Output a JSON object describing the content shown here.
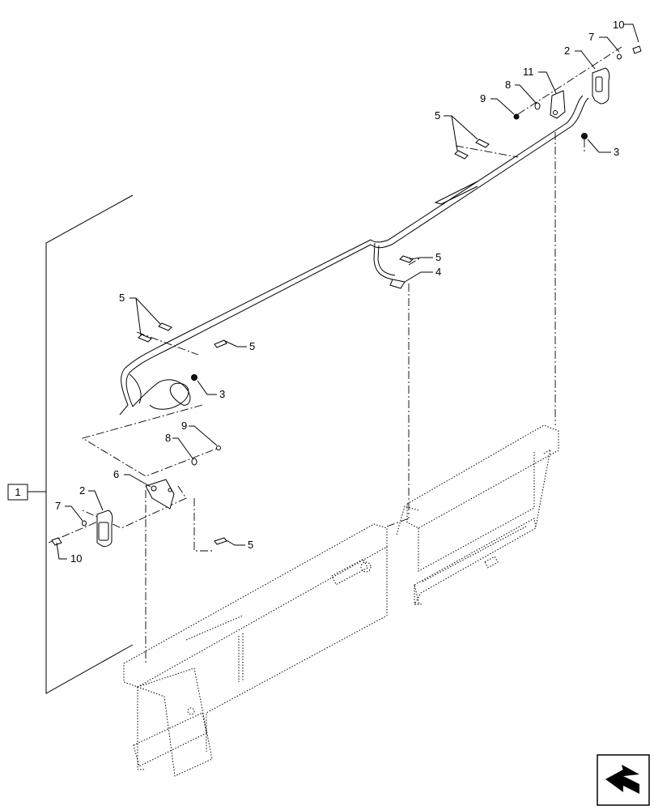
{
  "diagram": {
    "assembly_callout": "1",
    "callouts": {
      "c10_top": "10",
      "c7_top": "7",
      "c2_top": "2",
      "c11": "11",
      "c8_top": "8",
      "c9_top": "9",
      "c3_top": "3",
      "c5_upper_right": "5",
      "c5_mid": "5",
      "c4": "4",
      "c5_left": "5",
      "c5_left_b": "5",
      "c3_lower": "3",
      "c9_lower": "9",
      "c8_lower": "8",
      "c6": "6",
      "c2_lower": "2",
      "c7_lower": "7",
      "c10_lower": "10",
      "c5_bottom": "5"
    },
    "icons": [
      "navigation-arrow-icon"
    ]
  }
}
